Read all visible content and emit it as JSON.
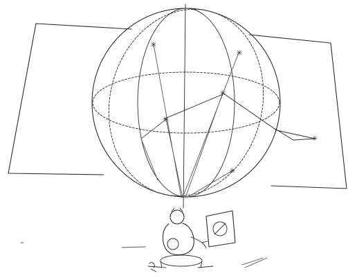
{
  "figure": {
    "description_text": "",
    "colors": {
      "ink": "#2b2b2b",
      "background": "#ffffff"
    },
    "markers": [
      "star",
      "star",
      "star",
      "star",
      "star",
      "star"
    ]
  }
}
